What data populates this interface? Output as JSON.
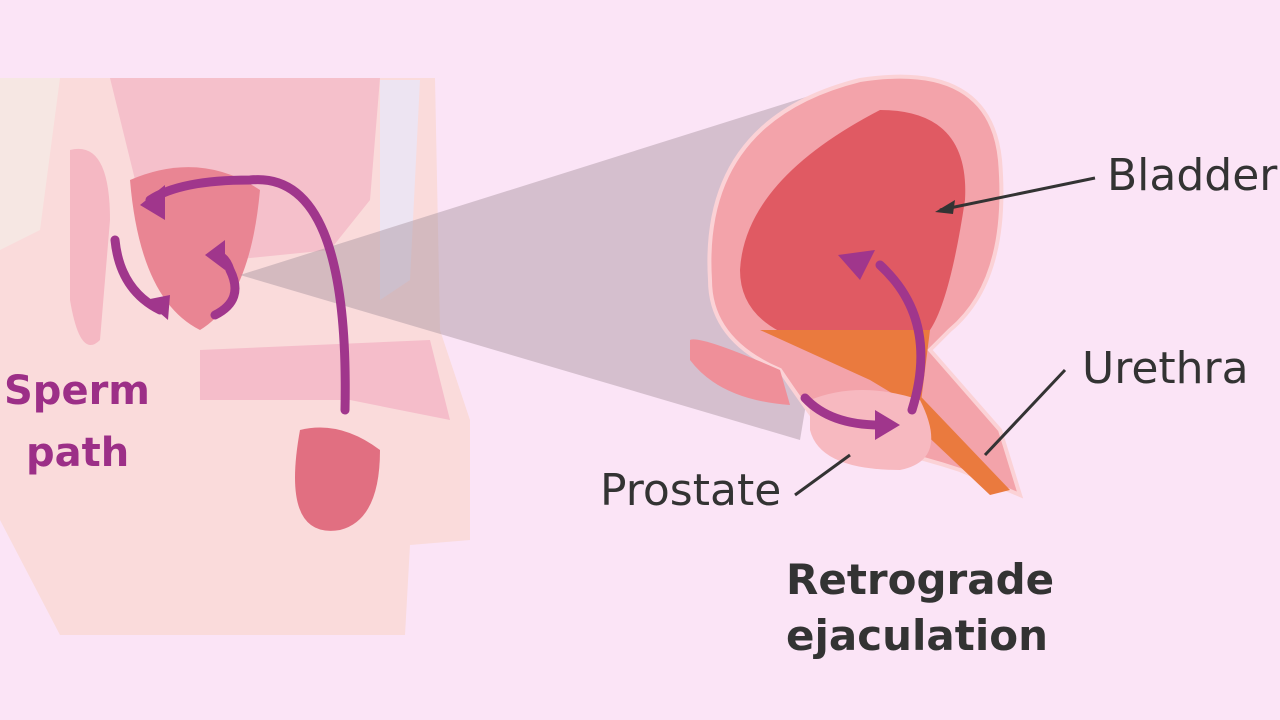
{
  "labels": {
    "bladder": "Bladder",
    "urethra": "Urethra",
    "prostate": "Prostate"
  },
  "side_label": {
    "line1": "Sperm",
    "line2": "path"
  },
  "title": {
    "line1": "Retrograde",
    "line2": "ejaculation"
  },
  "colors": {
    "background": "#fbe4f6",
    "arrow": "#a0368c",
    "bladder": "#e05a63",
    "bladder_wall": "#f3a3aa",
    "text": "#333333"
  }
}
